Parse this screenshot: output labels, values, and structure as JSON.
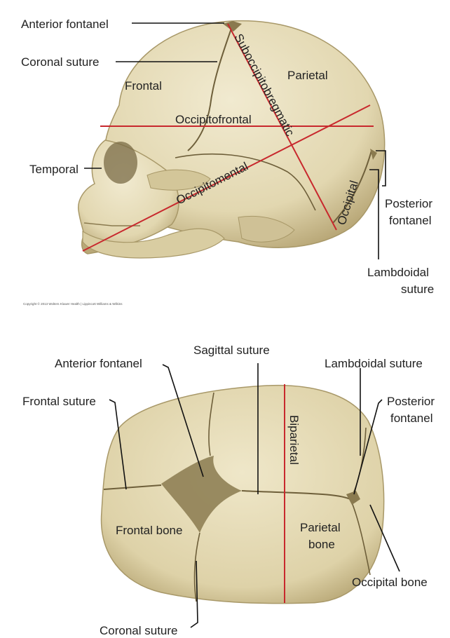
{
  "colors": {
    "bone": "#e2d7b0",
    "bone_light": "#f1ead0",
    "bone_shadow": "#a89868",
    "suture_dark": "#6e5f3a",
    "fontanel": "#8a7a4f",
    "measure_line": "#c8282d",
    "leader": "#111111"
  },
  "lateral": {
    "labels": {
      "anterior_fontanel": "Anterior fontanel",
      "coronal_suture": "Coronal suture",
      "frontal": "Frontal",
      "parietal": "Parietal",
      "temporal": "Temporal",
      "occipital": "Occipital",
      "posterior_fontanel_1": "Posterior",
      "posterior_fontanel_2": "fontanel",
      "lambdoidal_suture_1": "Lambdoidal",
      "lambdoidal_suture_2": "suture"
    },
    "diameters": {
      "suboccipitobregmatic": "Suboccipitobregmatic",
      "occipitofrontal": "Occipitofrontal",
      "occipitomental": "Occipitomental"
    },
    "copyright": "Copyright © 2013 Wolters Kluwer Health | Lippincott Williams & Wilkins"
  },
  "superior": {
    "labels": {
      "anterior_fontanel": "Anterior fontanel",
      "sagittal_suture": "Sagittal suture",
      "lambdoidal_suture": "Lambdoidal suture",
      "frontal_suture": "Frontal suture",
      "posterior_fontanel_1": "Posterior",
      "posterior_fontanel_2": "fontanel",
      "frontal_bone": "Frontal bone",
      "parietal_bone_1": "Parietal",
      "parietal_bone_2": "bone",
      "occipital_bone": "Occipital bone",
      "coronal_suture": "Coronal suture"
    },
    "diameters": {
      "biparietal": "Biparietal"
    }
  }
}
